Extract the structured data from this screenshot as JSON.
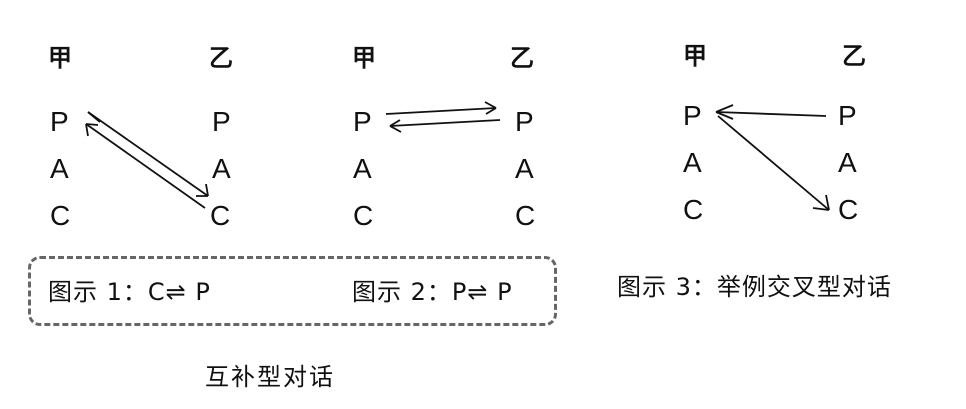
{
  "diagram1": {
    "left_head": "甲",
    "right_head": "乙",
    "left_states": [
      "P",
      "A",
      "C"
    ],
    "right_states": [
      "P",
      "A",
      "C"
    ]
  },
  "diagram2": {
    "left_head": "甲",
    "right_head": "乙",
    "left_states": [
      "P",
      "A",
      "C"
    ],
    "right_states": [
      "P",
      "A",
      "C"
    ]
  },
  "diagram3": {
    "left_head": "甲",
    "right_head": "乙",
    "left_states": [
      "P",
      "A",
      "C"
    ],
    "right_states": [
      "P",
      "A",
      "C"
    ]
  },
  "captions": {
    "fig1": "图示 1：C⇌ P",
    "fig2": "图示 2：P⇌ P",
    "fig3": "图示 3：举例交叉型对话"
  },
  "group_title": "互补型对话",
  "colors": {
    "ink": "#111111",
    "dash_border": "#666666"
  }
}
